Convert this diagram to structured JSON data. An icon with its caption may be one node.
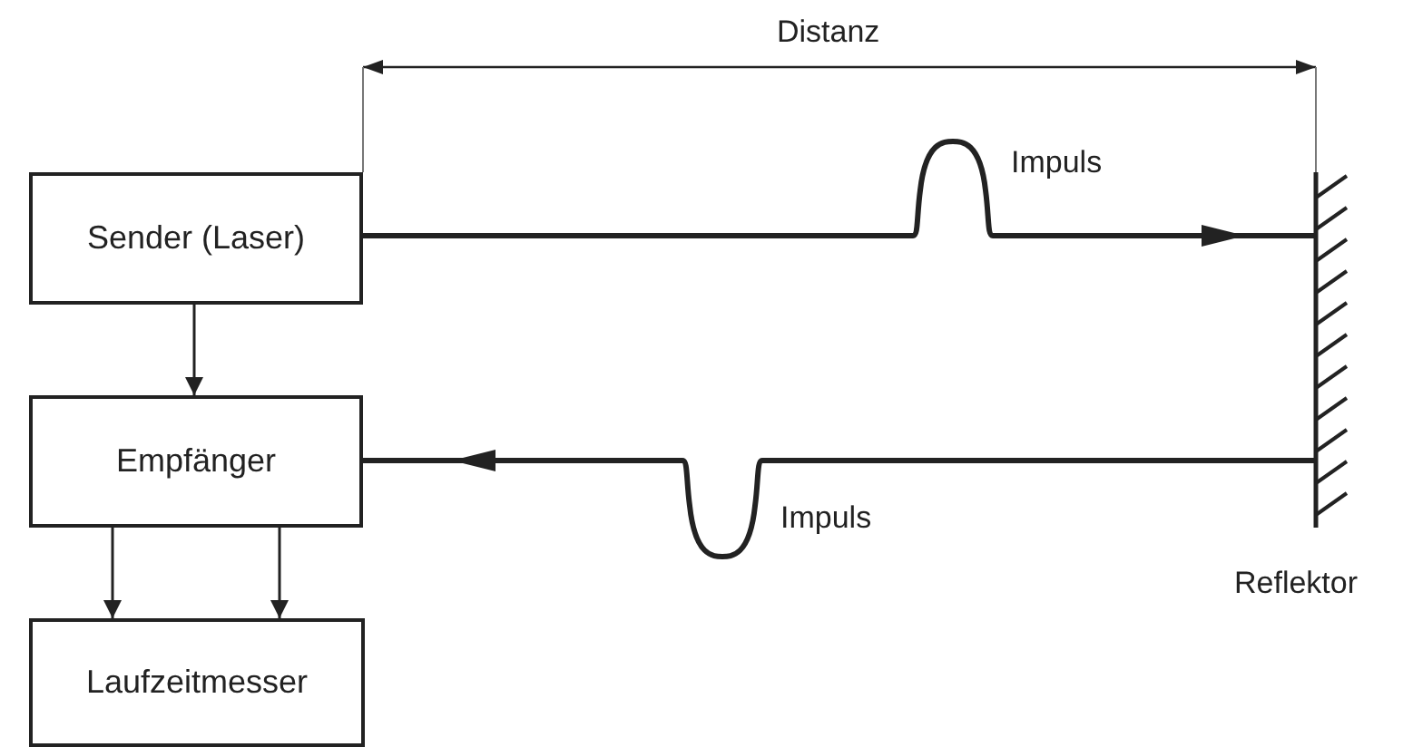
{
  "diagram": {
    "nodes": [
      {
        "text": [
          "Sender (Laser)"
        ]
      },
      {
        "text": [
          "Empfänger"
        ]
      },
      {
        "text": [
          "Laufzeitmesser"
        ]
      },
      {
        "text": [
          "Reflektor"
        ]
      }
    ],
    "edges": [
      {
        "from": 0,
        "to": 1,
        "arrow": "to"
      },
      {
        "from": 1,
        "to": 2,
        "arrow": "to"
      },
      {
        "from": 1,
        "to": 2,
        "arrow": "to"
      },
      {
        "from": 0,
        "to": 3,
        "arrow": "to",
        "label": "Impuls",
        "style": "thick"
      },
      {
        "from": 3,
        "to": 1,
        "arrow": "to",
        "label": "Impuls",
        "style": "thick"
      }
    ],
    "labels": [
      "Distanz"
    ]
  }
}
